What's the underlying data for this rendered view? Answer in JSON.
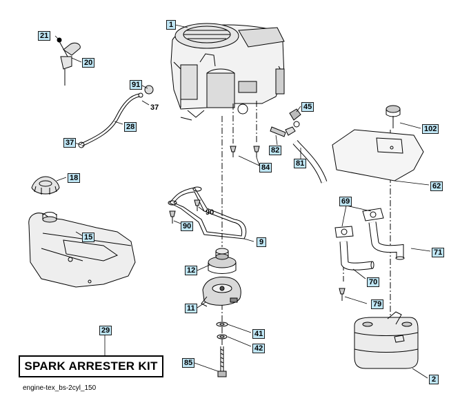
{
  "callouts": {
    "c1": "1",
    "c21": "21",
    "c20": "20",
    "c91": "91",
    "c37a": "37",
    "c28": "28",
    "c37b": "37",
    "c45": "45",
    "c82": "82",
    "c84": "84",
    "c81": "81",
    "c102": "102",
    "c18": "18",
    "c15": "15",
    "c90a": "90",
    "c90b": "90",
    "c9": "9",
    "c12": "12",
    "c11": "11",
    "c41": "41",
    "c42": "42",
    "c85": "85",
    "c29": "29",
    "c62": "62",
    "c69": "69",
    "c71": "71",
    "c70": "70",
    "c79": "79",
    "c2": "2"
  },
  "kit_label": "SPARK ARRESTER KIT",
  "caption": "engine-tex_bs-2cyl_150"
}
